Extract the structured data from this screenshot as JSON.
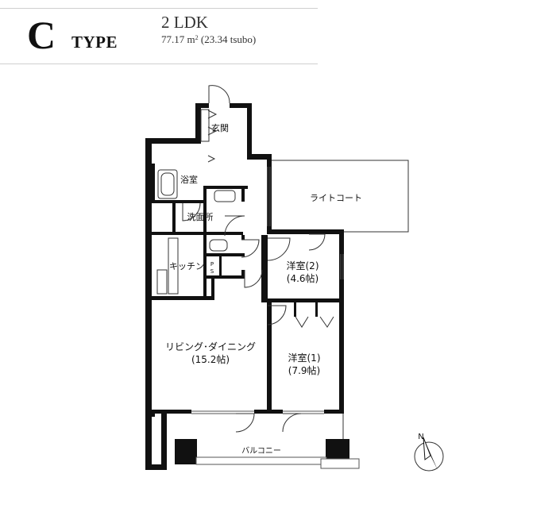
{
  "header": {
    "type_letter": "C",
    "type_word": "TYPE",
    "layout": "2 LDK",
    "area_value": "77.17 m",
    "area_sup": "2",
    "area_tsubo": " (23.34 tsubo)"
  },
  "rooms": {
    "entrance": "玄関",
    "bathroom": "浴室",
    "washroom": "洗面所",
    "kitchen": "キッチン",
    "ps_p": "P",
    "ps_s": "S",
    "light_court": "ライトコート",
    "bedroom2_name": "洋室(2)",
    "bedroom2_size": "(4.6帖)",
    "living_name": "リビング･ダイニング",
    "living_size": "(15.2帖)",
    "bedroom1_name": "洋室(1)",
    "bedroom1_size": "(7.9帖)",
    "balcony": "バルコニー"
  },
  "compass": {
    "north_label": "N"
  }
}
